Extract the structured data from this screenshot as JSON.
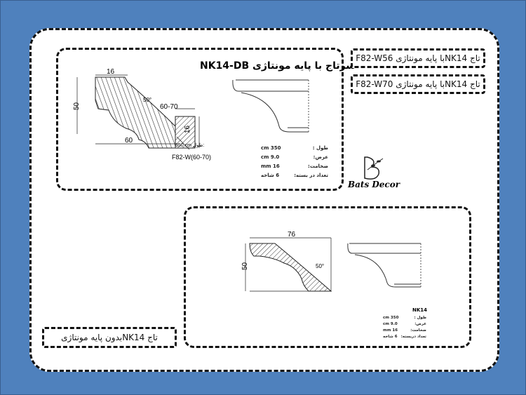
{
  "top_panel": {
    "title": "سرتاج با پایه مونتاژی NK14-DB",
    "dims": {
      "top": "16",
      "height": "50",
      "angle": "50°",
      "base_width": "60-70",
      "base_height": "16",
      "width": "60"
    },
    "base_length": "350 cm",
    "base_length_label": "طول:",
    "base_code": "F82-W(60-70)",
    "specs": [
      {
        "label": "طول :",
        "value": "350 cm"
      },
      {
        "label": "عرض:",
        "value": "9.0 cm"
      },
      {
        "label": "ضخامت:",
        "value": "16 mm"
      },
      {
        "label": "تعداد در بسته:",
        "value": "6 شاخه"
      }
    ]
  },
  "labels": {
    "w56": "تاج NK14با پایه مونتاژی F82-W56",
    "w70": "تاج NK14با پایه مونتاژی F82-W70",
    "no_base": "تاج NK14بدون پایه مونتاژی"
  },
  "logo": {
    "text": "Bats Decor"
  },
  "bottom_panel": {
    "dims": {
      "width": "76",
      "height": "50",
      "angle": "50°"
    },
    "code": "NK14",
    "specs": [
      {
        "label": "طول :",
        "value": "350 cm"
      },
      {
        "label": "عرض:",
        "value": "9.0 cm"
      },
      {
        "label": "ضخامت:",
        "value": "16 mm"
      },
      {
        "label": "تعداد دربسته:",
        "value": "6 شاخه"
      }
    ]
  }
}
